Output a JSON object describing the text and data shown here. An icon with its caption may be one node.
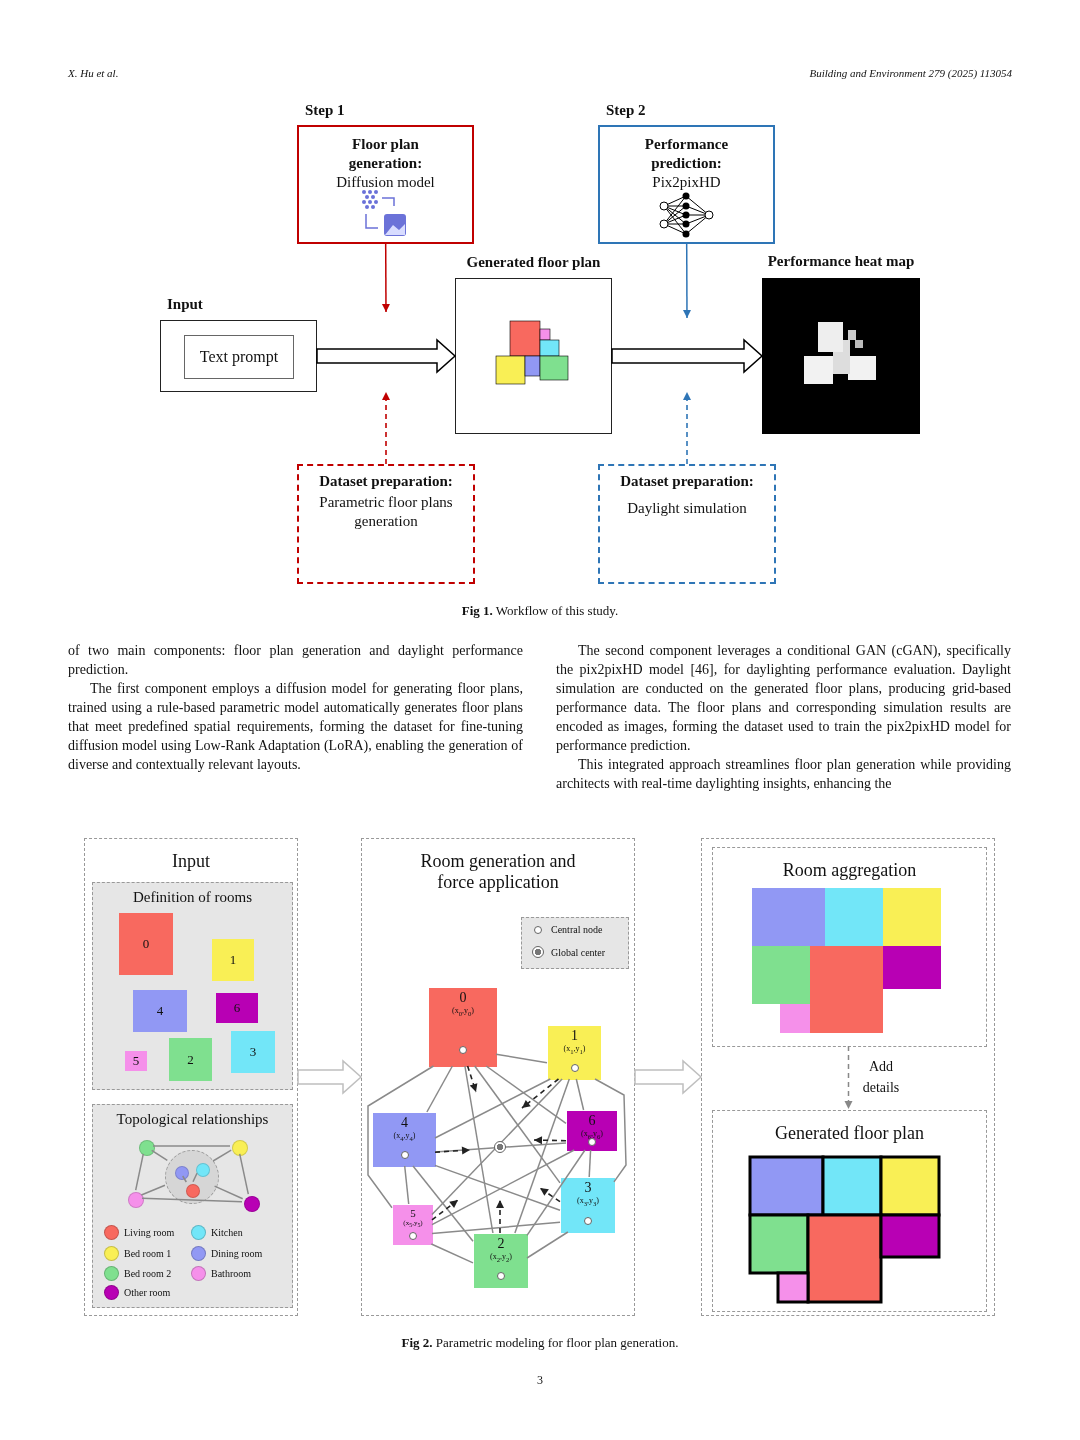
{
  "diagram": {
    "nodes": [
      {
        "text": [
          "Step 1",
          "Floor plan generation:",
          "Diffusion model"
        ]
      },
      {
        "text": [
          "Step 2",
          "Performance prediction:",
          "Pix2pixHD"
        ]
      },
      {
        "text": [
          "Input"
        ]
      },
      {
        "text": [
          "Text prompt"
        ],
        "in": 2
      },
      {
        "text": [
          "Generated floor plan"
        ]
      },
      {
        "text": [
          "Performance heat map"
        ]
      },
      {
        "text": [
          "Dataset preparation:",
          "Parametric floor plans generation"
        ]
      },
      {
        "text": [
          "Dataset preparation:",
          "Daylight simulation"
        ]
      },
      {
        "text": [
          "Input"
        ]
      },
      {
        "text": [
          "Definition of rooms"
        ],
        "in": 8
      },
      {
        "text": [
          "0"
        ],
        "in": 9
      },
      {
        "text": [
          "1"
        ],
        "in": 9
      },
      {
        "text": [
          "4"
        ],
        "in": 9
      },
      {
        "text": [
          "6"
        ],
        "in": 9
      },
      {
        "text": [
          "5"
        ],
        "in": 9
      },
      {
        "text": [
          "2"
        ],
        "in": 9
      },
      {
        "text": [
          "3"
        ],
        "in": 9
      },
      {
        "text": [
          "Topological relationships"
        ],
        "in": 8
      },
      {
        "text": [],
        "shape": "circle",
        "in": 17
      },
      {
        "text": [],
        "shape": "circle",
        "in": 17
      },
      {
        "text": [],
        "shape": "circle",
        "in": 17
      },
      {
        "text": [],
        "shape": "circle",
        "in": 20
      },
      {
        "text": [],
        "shape": "circle",
        "in": 20
      },
      {
        "text": [],
        "shape": "circle",
        "in": 20
      },
      {
        "text": [],
        "shape": "circle",
        "in": 17
      },
      {
        "text": [],
        "shape": "circle",
        "in": 17
      },
      {
        "text": [
          "Room generation and force application"
        ]
      },
      {
        "text": [
          "0",
          "(x$_{0}$,y$_{0}$)"
        ],
        "in": 26
      },
      {
        "text": [
          "1",
          "(x$_{1}$,y$_{1}$)"
        ],
        "in": 26
      },
      {
        "text": [
          "4",
          "(x$_{4}$,y$_{4}$)"
        ],
        "in": 26
      },
      {
        "text": [
          "6",
          "(x$_{6}$,y$_{6}$)"
        ],
        "in": 26
      },
      {
        "text": [
          "3",
          "(x$_{3}$,y$_{3}$)"
        ],
        "in": 26
      },
      {
        "text": [
          "5",
          "(x$_{5}$,y$_{5}$)"
        ],
        "in": 26
      },
      {
        "text": [
          "2",
          "(x$_{2}$,y$_{2}$)"
        ],
        "in": 26
      },
      {
        "text": [],
        "shape": "box"
      },
      {
        "text": [
          "Room aggregation"
        ],
        "in": 34
      },
      {
        "text": [
          "Generated floor plan"
        ],
        "in": 34
      }
    ],
    "edges": [
      {
        "from": 2,
        "to": 4,
        "arrow": "to",
        "style": "thick",
        "color": "#000000"
      },
      {
        "from": 4,
        "to": 5,
        "arrow": "to",
        "style": "thick",
        "color": "#000000"
      },
      {
        "from": 0,
        "to": null,
        "arrow": "to",
        "color": "#c00000"
      },
      {
        "from": 6,
        "to": null,
        "arrow": "to",
        "style": "dashed",
        "color": "#c00000"
      },
      {
        "from": 1,
        "to": null,
        "arrow": "to",
        "color": "#2e75b6"
      },
      {
        "from": 7,
        "to": null,
        "arrow": "to",
        "style": "dashed",
        "color": "#2e75b6"
      },
      {
        "from": 18,
        "to": 19,
        "arrow": "none"
      },
      {
        "from": 18,
        "to": 20,
        "arrow": "none"
      },
      {
        "from": 18,
        "to": 24,
        "arrow": "none"
      },
      {
        "from": 19,
        "to": 20,
        "arrow": "none"
      },
      {
        "from": 19,
        "to": 25,
        "arrow": "none"
      },
      {
        "from": 20,
        "to": 24,
        "arrow": "none"
      },
      {
        "from": 20,
        "to": 25,
        "arrow": "none"
      },
      {
        "from": 24,
        "to": 25,
        "arrow": "none"
      },
      {
        "from": 21,
        "to": 23,
        "arrow": "none"
      },
      {
        "from": 22,
        "to": 23,
        "arrow": "none"
      },
      {
        "from": 8,
        "to": 26,
        "arrow": "to",
        "style": "thick",
        "color": "#bfbfbf"
      },
      {
        "from": 26,
        "to": 34,
        "arrow": "to",
        "style": "thick",
        "color": "#bfbfbf"
      },
      {
        "from": 27,
        "to": 28,
        "arrow": "none"
      },
      {
        "from": 27,
        "to": 29,
        "arrow": "none"
      },
      {
        "from": 27,
        "to": 30,
        "arrow": "none"
      },
      {
        "from": 27,
        "to": 31,
        "arrow": "none"
      },
      {
        "from": 27,
        "to": 32,
        "arrow": "none"
      },
      {
        "from": 27,
        "to": 33,
        "arrow": "none"
      },
      {
        "from": 28,
        "to": 29,
        "arrow": "none"
      },
      {
        "from": 28,
        "to": 30,
        "arrow": "none"
      },
      {
        "from": 28,
        "to": 31,
        "arrow": "none"
      },
      {
        "from": 28,
        "to": 32,
        "arrow": "none"
      },
      {
        "from": 28,
        "to": 33,
        "arrow": "none"
      },
      {
        "from": 29,
        "to": 30,
        "arrow": "none"
      },
      {
        "from": 29,
        "to": 31,
        "arrow": "none"
      },
      {
        "from": 29,
        "to": 32,
        "arrow": "none"
      },
      {
        "from": 29,
        "to": 33,
        "arrow": "none"
      },
      {
        "from": 30,
        "to": 31,
        "arrow": "none"
      },
      {
        "from": 30,
        "to": 32,
        "arrow": "none"
      },
      {
        "from": 30,
        "to": 33,
        "arrow": "none"
      },
      {
        "from": 31,
        "to": 32,
        "arrow": "none"
      },
      {
        "from": 31,
        "to": 33,
        "arrow": "none"
      },
      {
        "from": 32,
        "to": 33,
        "arrow": "none"
      },
      {
        "from": 27,
        "to": null,
        "arrow": "to",
        "style": "dashed",
        "color": "#222222"
      },
      {
        "from": 28,
        "to": null,
        "arrow": "to",
        "style": "dashed",
        "color": "#222222"
      },
      {
        "from": 29,
        "to": null,
        "arrow": "to",
        "style": "dashed",
        "color": "#222222"
      },
      {
        "from": 30,
        "to": null,
        "arrow": "to",
        "style": "dashed",
        "color": "#222222"
      },
      {
        "from": 31,
        "to": null,
        "arrow": "to",
        "style": "dashed",
        "color": "#222222"
      },
      {
        "from": 32,
        "to": null,
        "arrow": "to",
        "style": "dashed",
        "color": "#222222"
      },
      {
        "from": 33,
        "to": null,
        "arrow": "to",
        "style": "dashed",
        "color": "#222222"
      },
      {
        "from": 35,
        "to": 36,
        "arrow": "to",
        "style": "dashed",
        "color": "#888888",
        "label": "Add details"
      }
    ],
    "labels": [
      "X. Hu et al.",
      "Building and Environment 279 (2025) 113054",
      "**Fig 1.** Workflow of this study.",
      "of two main components: floor plan generation and daylight performance prediction.",
      "The first component employs a diffusion model for generating floor plans, trained using a rule-based parametric model automatically generates floor plans that meet predefined spatial requirements, forming the dataset for fine-tuning diffusion model using Low-Rank Adaptation (LoRA), enabling the generation of diverse and contextually relevant layouts.",
      "The second component leverages a conditional GAN (cGAN), specifically the pix2pixHD model [46], for daylighting performance evaluation. Daylight simulation are conducted on the generated floor plans, producing grid-based performance data. The floor plans and corresponding simulation results are encoded as images, forming the dataset used to train the pix2pixHD model for performance prediction.",
      "This integrated approach streamlines floor plan generation while providing architects with real-time daylighting insights, enhancing the",
      "**Fig 2.** Parametric modeling for floor plan generation.",
      "3"
    ],
    "legend": [
      {
        "text": "Living room",
        "color": "#f8695f"
      },
      {
        "text": "Kitchen",
        "color": "#72e6f8"
      },
      {
        "text": "Bed room 1",
        "color": "#f9ef55"
      },
      {
        "text": "Dining room",
        "color": "#9198f4"
      },
      {
        "text": "Bed room 2",
        "color": "#7fe08f"
      },
      {
        "text": "Bathroom",
        "color": "#f590ea"
      },
      {
        "text": "Other room",
        "color": "#b800b4"
      },
      {
        "text": "Central node"
      },
      {
        "text": "Global center"
      }
    ]
  }
}
